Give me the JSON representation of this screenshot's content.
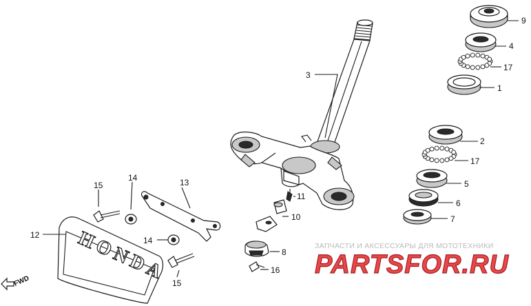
{
  "callouts": {
    "c9": "9",
    "c4": "4",
    "c17a": "17",
    "c1": "1",
    "c3": "3",
    "c2": "2",
    "c17b": "17",
    "c5": "5",
    "c6": "6",
    "c7": "7",
    "c13": "13",
    "c14a": "14",
    "c15a": "15",
    "c11": "11",
    "c10": "10",
    "c12": "12",
    "c14b": "14",
    "c8": "8",
    "c15b": "15",
    "c16": "16"
  },
  "direction_marker": {
    "label": "FWD",
    "icon": "arrow-icon"
  },
  "emblem_text": "HONDA",
  "watermark": {
    "caption": "ЗАПЧАСТИ И АКСЕССУАРЫ ДЛЯ МОТОТЕХНИКИ",
    "logo_text": "PARTSFOR.RU",
    "logo_color": "#e8484a"
  }
}
